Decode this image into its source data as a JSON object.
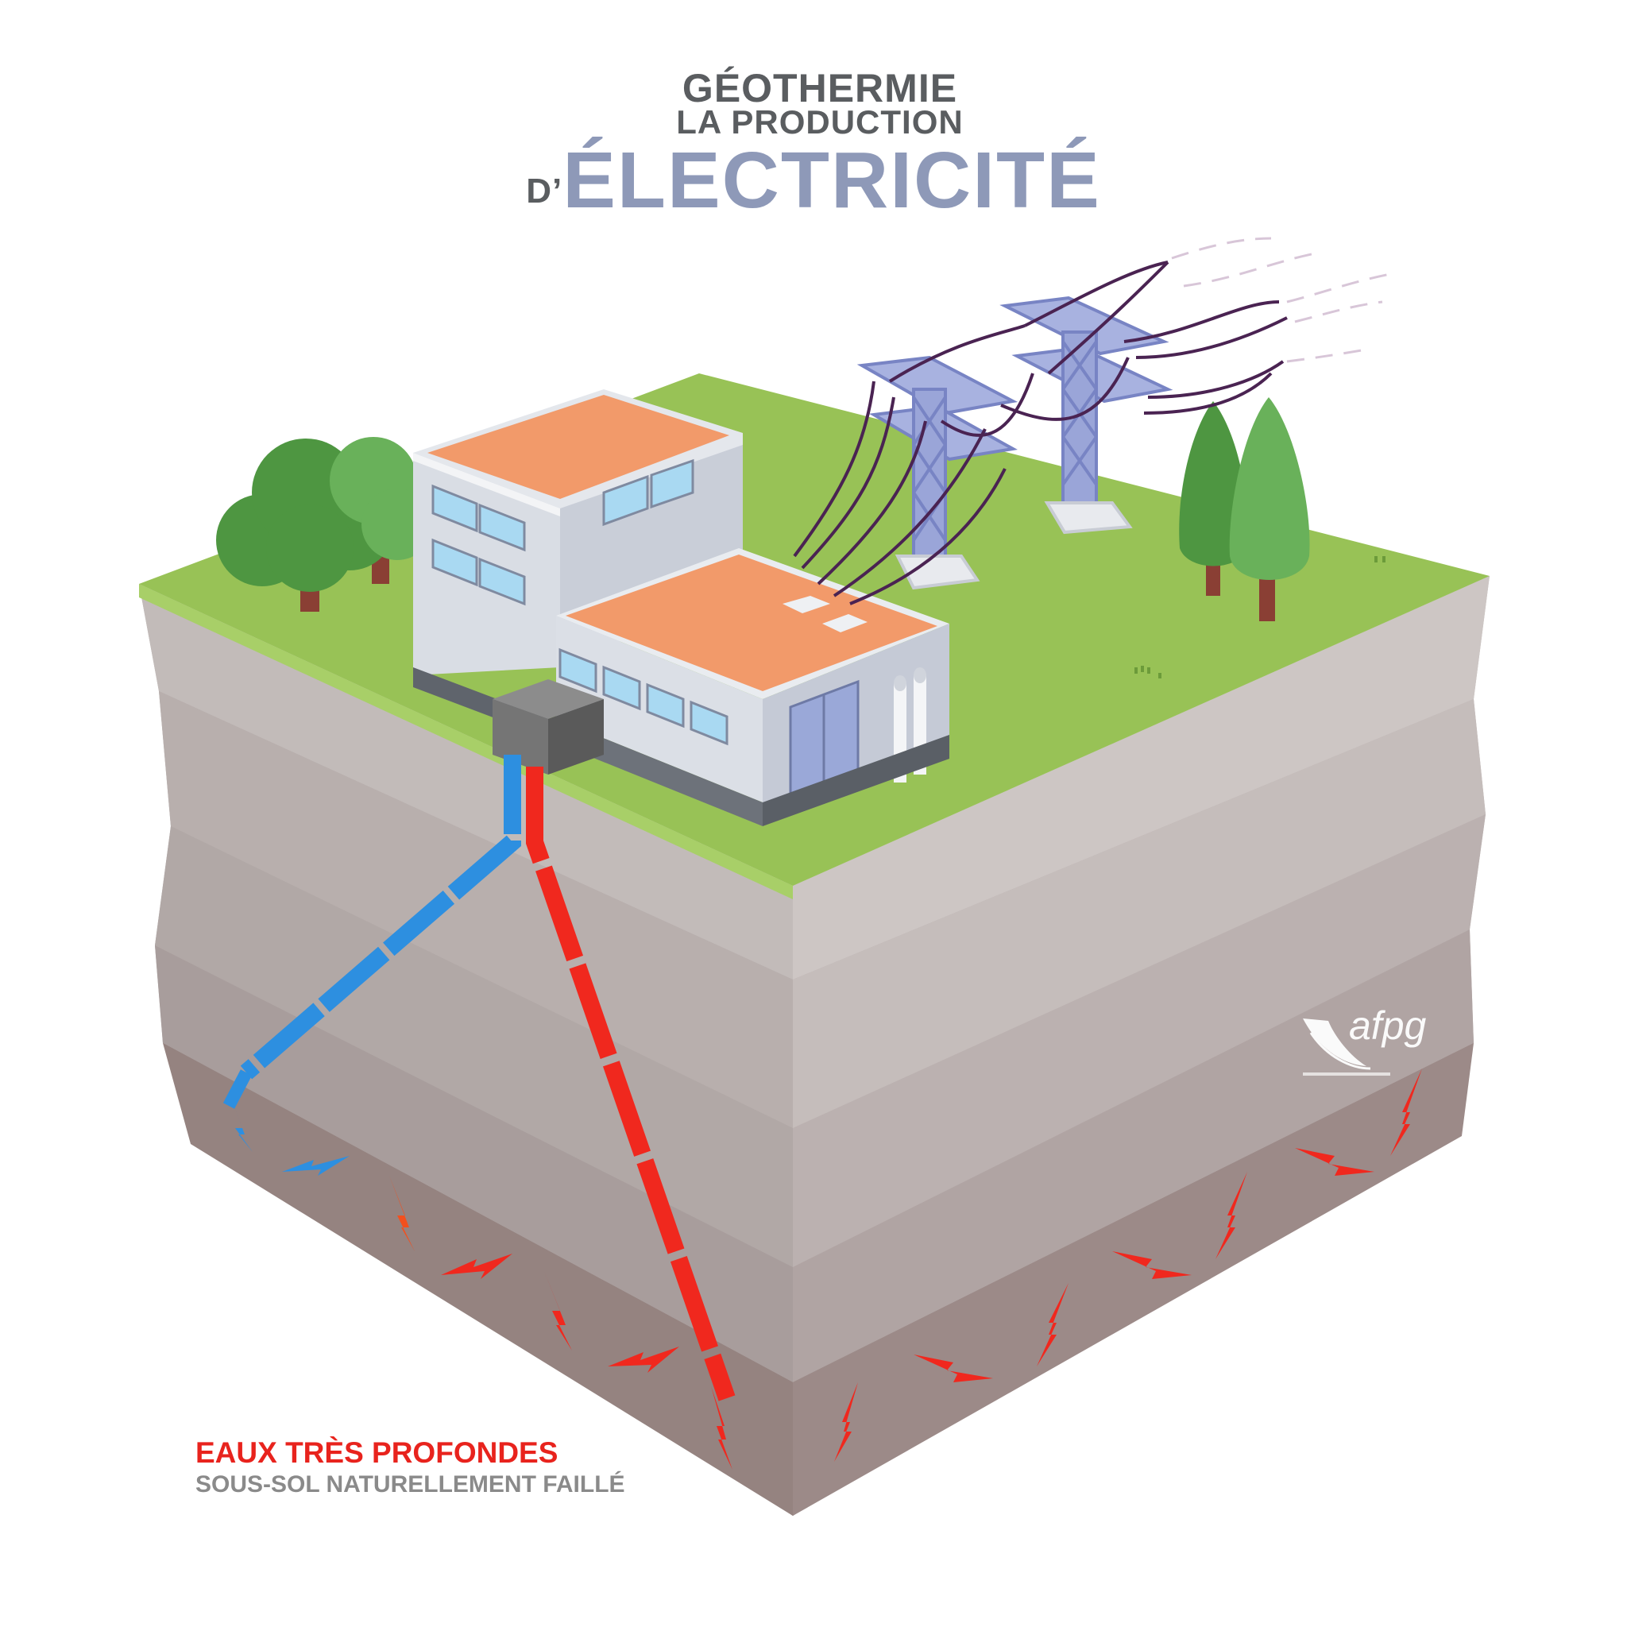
{
  "title": {
    "line1": "GÉOTHERMIE",
    "line2": "LA PRODUCTION",
    "line3_prefix": "D’",
    "line3_main": "ÉLECTRICITÉ"
  },
  "caption": {
    "main": "EAUX TRÈS PROFONDES",
    "sub": "SOUS-SOL NATURELLEMENT FAILLÉ"
  },
  "logo": {
    "text": "afpg"
  },
  "colors": {
    "title_dark": "#5a5d60",
    "title_accent": "#8e99b8",
    "caption_red": "#e8231d",
    "caption_grey": "#8a8a8a",
    "grass": "#98c256",
    "soil_light": "#cbc3c1",
    "soil_dark": "#9b8a88",
    "hot_pipe": "#f0281e",
    "cold_pipe": "#2d8fe0",
    "roof": "#f29a6a",
    "pylon": "#8e9ad2",
    "cable": "#4a2352"
  }
}
